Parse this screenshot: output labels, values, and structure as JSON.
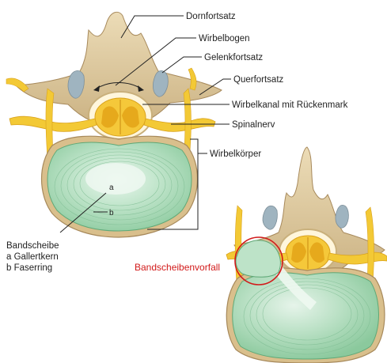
{
  "labels": {
    "dornfortsatz": "Dornfortsatz",
    "wirbelbogen": "Wirbelbogen",
    "gelenkfortsatz": "Gelenkfortsatz",
    "querfortsatz": "Querfortsatz",
    "wirbelkanal": "Wirbelkanal mit Rückenmark",
    "spinalnerv": "Spinalnerv",
    "wirbelkoerper": "Wirbelkörper",
    "bandscheibe": "Bandscheibe",
    "item_a": "a  Gallertkern",
    "item_b": "b  Faserring",
    "marker_a": "a",
    "marker_b": "b",
    "vorfall": "Bandscheibenvorfall"
  },
  "colors": {
    "bone": "#e2cfa4",
    "bone_shadow": "#b89d6e",
    "nerve": "#f3c935",
    "disc": "#a7d9b6",
    "disc_center": "#dff1e4",
    "highlight": "#d21a1a",
    "text": "#222222"
  }
}
